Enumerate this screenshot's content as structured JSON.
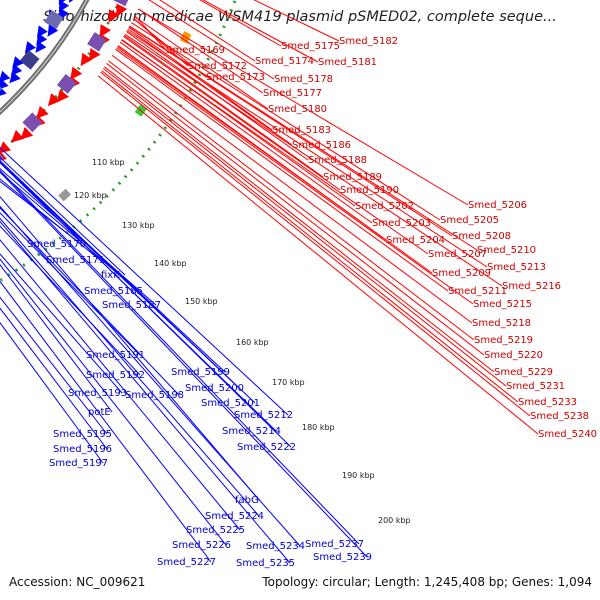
{
  "title": "Sinorhizobium medicae WSM419 plasmid pSMED02, complete seque...",
  "footer": {
    "accession": "Accession: NC_009621",
    "summary": "Topology: circular; Length: 1,245,408 bp; Genes: 1,094"
  },
  "colors": {
    "forward_gene": "#ff0000",
    "reverse_gene": "#0000ff",
    "forward_label": "#cc0000",
    "reverse_label": "#0000cc",
    "backbone": "#888888",
    "dots": "#2a9a2a"
  },
  "ticks": [
    "110 kbp",
    "120 kbp",
    "130 kbp",
    "140 kbp",
    "150 kbp",
    "160 kbp",
    "170 kbp",
    "180 kbp",
    "190 kbp",
    "200 kbp"
  ],
  "red_labels": [
    "Smed_5169",
    "Smed_5172",
    "Smed_5173",
    "Smed_5175",
    "Smed_5174",
    "Smed_5178",
    "Smed_5177",
    "Smed_5180",
    "Smed_5182",
    "Smed_5181",
    "Smed_5183",
    "Smed_5186",
    "Smed_5188",
    "Smed_5189",
    "Smed_5190",
    "Smed_5202",
    "Smed_5203",
    "Smed_5204",
    "Smed_5206",
    "Smed_5205",
    "Smed_5208",
    "Smed_5207",
    "Smed_5210",
    "Smed_5209",
    "Smed_5213",
    "Smed_5211",
    "Smed_5216",
    "Smed_5215",
    "Smed_5218",
    "Smed_5219",
    "Smed_5220",
    "Smed_5229",
    "Smed_5231",
    "Smed_5233",
    "Smed_5238",
    "Smed_5240"
  ],
  "blue_labels": [
    "Smed_5170",
    "Smed_5171",
    "fixK",
    "Smed_5185",
    "Smed_5187",
    "Smed_5191",
    "Smed_5192",
    "Smed_5193",
    "Smed_5198",
    "potE",
    "Smed_5199",
    "Smed_5200",
    "Smed_5201",
    "Smed_5195",
    "Smed_5196",
    "Smed_5197",
    "Smed_5212",
    "Smed_5214",
    "Smed_5222",
    "fabG",
    "Smed_5224",
    "Smed_5225",
    "Smed_5226",
    "Smed_5227",
    "Smed_5234",
    "Smed_5235",
    "Smed_5237",
    "Smed_5239"
  ]
}
